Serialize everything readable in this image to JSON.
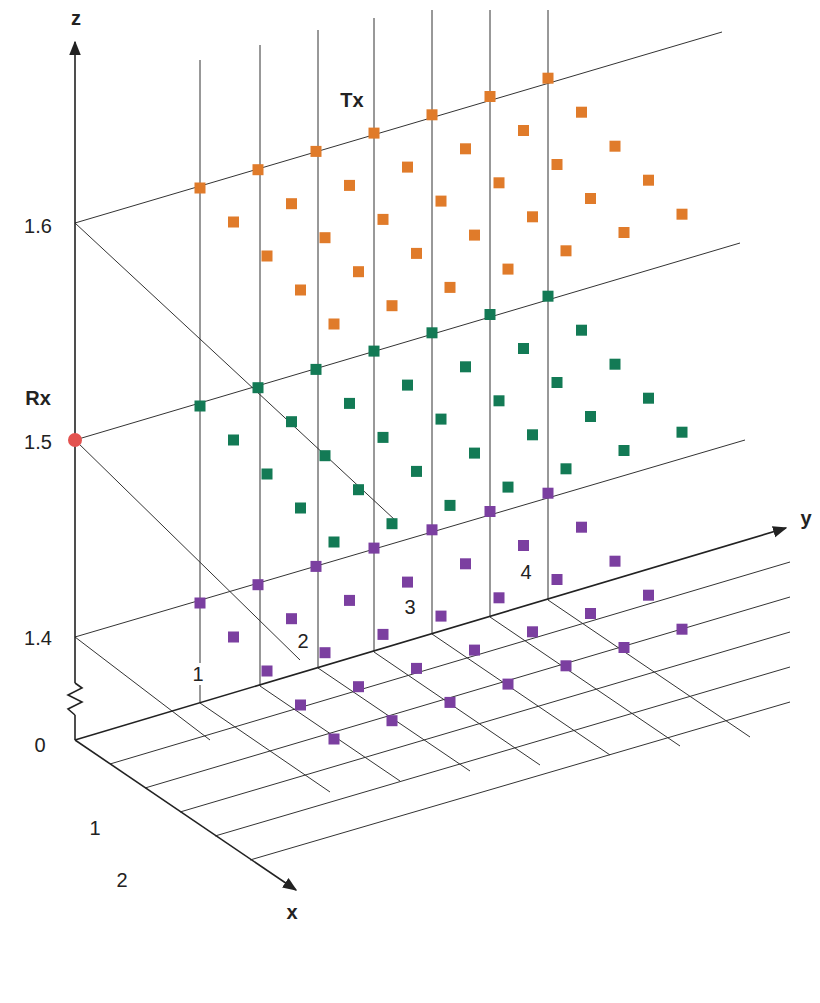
{
  "diagram": {
    "labels": [
      "z",
      "Tx",
      "1.6",
      "Rx",
      "1.5",
      "y",
      "1.4",
      "1",
      "2",
      "3",
      "4",
      "0",
      "1",
      "2",
      "x"
    ]
  }
}
